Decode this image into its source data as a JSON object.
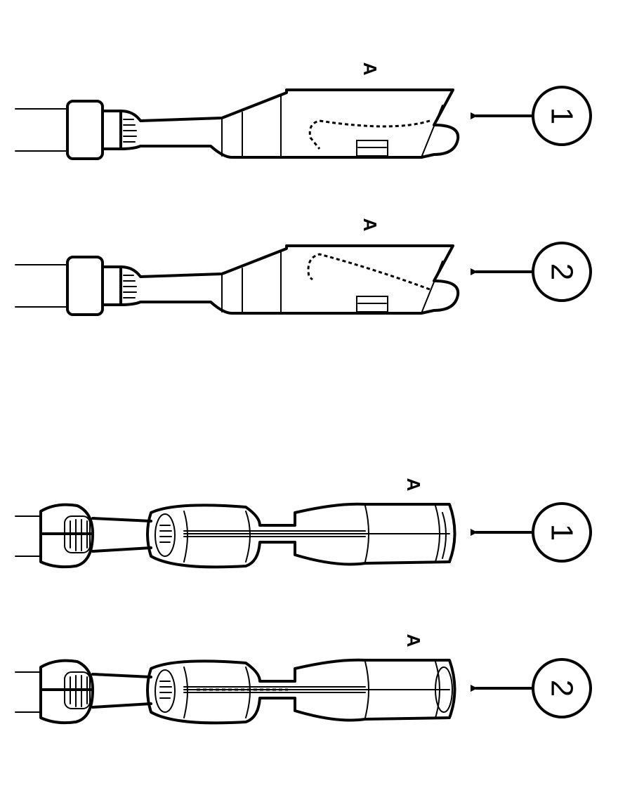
{
  "figures": [
    {
      "group": "flat-terminal",
      "items": [
        {
          "label": "A",
          "callout": "1",
          "latch": "flat"
        },
        {
          "label": "A",
          "callout": "2",
          "latch": "raised"
        }
      ]
    },
    {
      "group": "round-terminal",
      "items": [
        {
          "label": "A",
          "callout": "1",
          "variant": "open"
        },
        {
          "label": "A",
          "callout": "2",
          "variant": "closed"
        }
      ]
    }
  ]
}
